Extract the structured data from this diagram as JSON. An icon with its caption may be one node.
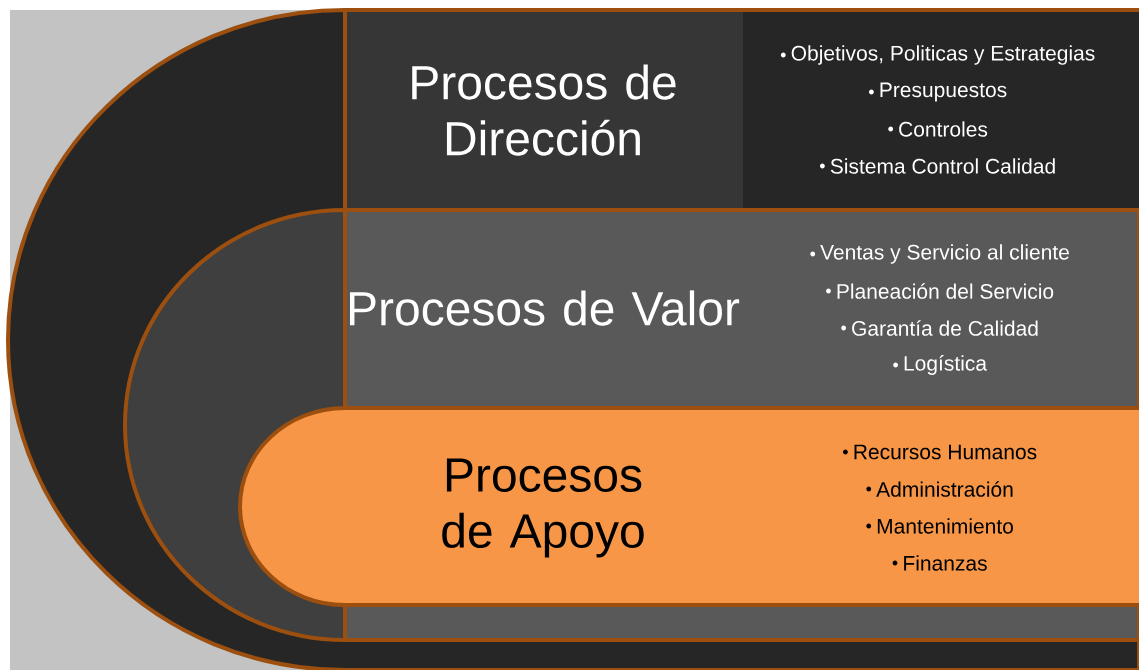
{
  "diagram": {
    "nodes": [
      {
        "text": [
          "Procesos de Dirección"
        ]
      },
      {
        "text": [
          "Objetivos, Politicas y Estrategias",
          "Presupuestos",
          "Controles",
          "Sistema Control Calidad"
        ],
        "in": 0
      },
      {
        "text": [
          "Procesos de Valor",
          "Ventas y Servicio al cliente",
          "Planeación del Servicio",
          "Garantía de Calidad",
          "Logística"
        ],
        "in": 0
      },
      {
        "text": [
          "Procesos de Apoyo",
          "Recursos Humanos",
          "Administración",
          "Mantenimiento",
          "Finanzas"
        ],
        "in": 2
      }
    ]
  }
}
